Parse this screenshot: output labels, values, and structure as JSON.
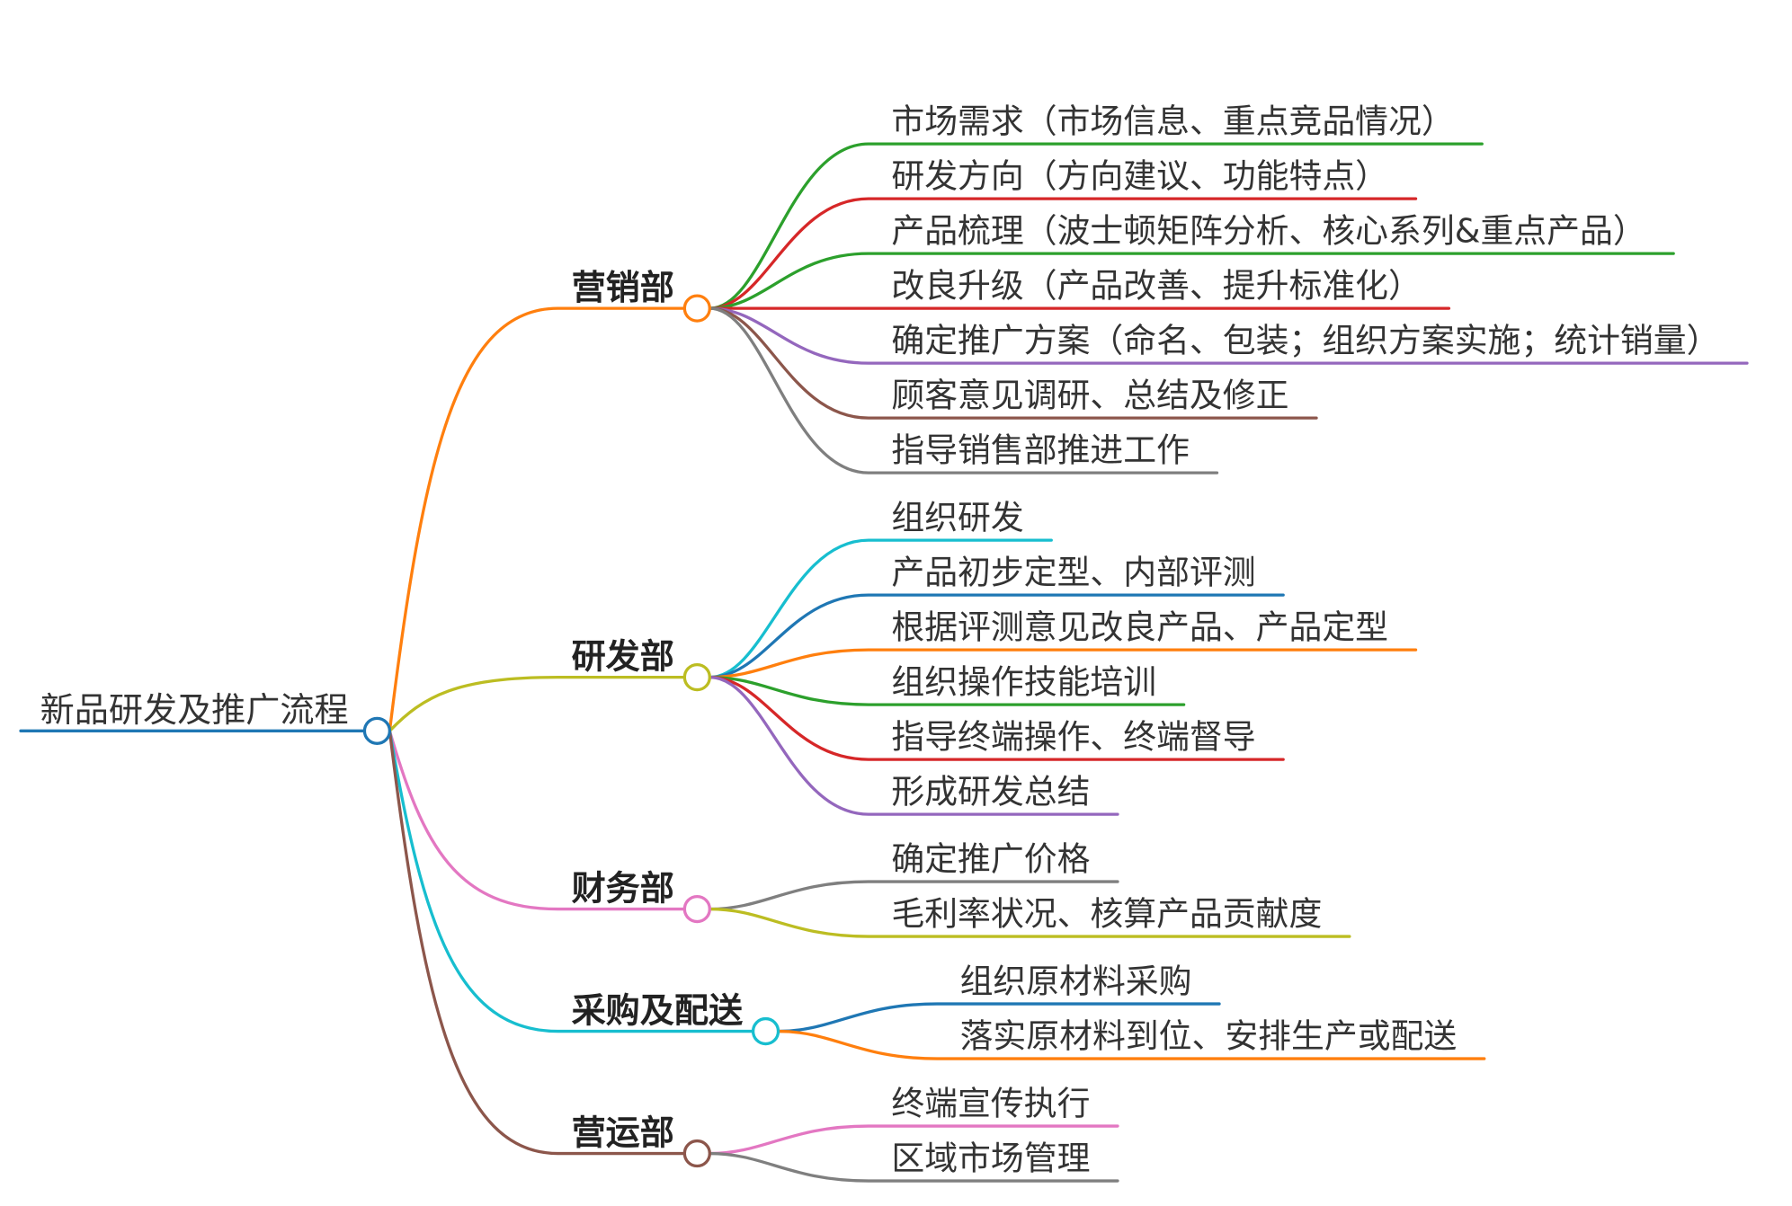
{
  "root": {
    "label": "新品研发及推广流程",
    "color": "#1f77b4"
  },
  "branches": [
    {
      "label": "营销部",
      "color": "#ff7f0e",
      "leaves": [
        {
          "label": "市场需求（市场信息、重点竞品情况）",
          "color": "#2ca02c"
        },
        {
          "label": "研发方向（方向建议、功能特点）",
          "color": "#d62728"
        },
        {
          "label": "产品梳理（波士顿矩阵分析、核心系列&重点产品）",
          "color": "#2ca02c"
        },
        {
          "label": "改良升级（产品改善、提升标准化）",
          "color": "#d62728"
        },
        {
          "label": "确定推广方案（命名、包装；组织方案实施；统计销量）",
          "color": "#9467bd"
        },
        {
          "label": "顾客意见调研、总结及修正",
          "color": "#8c564b"
        },
        {
          "label": "指导销售部推进工作",
          "color": "#7f7f7f"
        }
      ]
    },
    {
      "label": "研发部",
      "color": "#bcbd22",
      "leaves": [
        {
          "label": "组织研发",
          "color": "#17becf"
        },
        {
          "label": "产品初步定型、内部评测",
          "color": "#1f77b4"
        },
        {
          "label": "根据评测意见改良产品、产品定型",
          "color": "#ff7f0e"
        },
        {
          "label": "组织操作技能培训",
          "color": "#2ca02c"
        },
        {
          "label": "指导终端操作、终端督导",
          "color": "#d62728"
        },
        {
          "label": "形成研发总结",
          "color": "#9467bd"
        }
      ]
    },
    {
      "label": "财务部",
      "color": "#e377c2",
      "leaves": [
        {
          "label": "确定推广价格",
          "color": "#7f7f7f"
        },
        {
          "label": "毛利率状况、核算产品贡献度",
          "color": "#bcbd22"
        }
      ]
    },
    {
      "label": "采购及配送",
      "color": "#17becf",
      "leaves": [
        {
          "label": "组织原材料采购",
          "color": "#1f77b4"
        },
        {
          "label": "落实原材料到位、安排生产或配送",
          "color": "#ff7f0e"
        }
      ]
    },
    {
      "label": "营运部",
      "color": "#8c564b",
      "leaves": [
        {
          "label": "终端宣传执行",
          "color": "#e377c2"
        },
        {
          "label": "区域市场管理",
          "color": "#7f7f7f"
        }
      ]
    }
  ]
}
